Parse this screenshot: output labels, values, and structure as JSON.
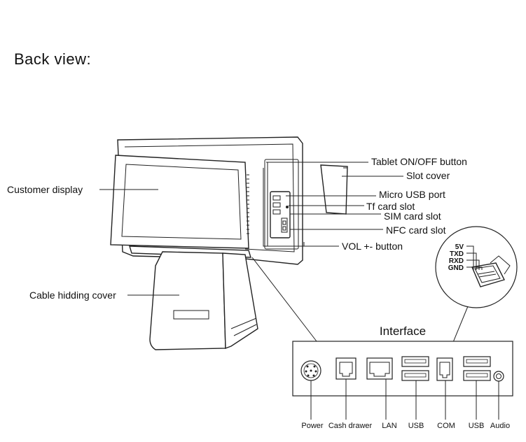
{
  "title": "Back view:",
  "callouts": {
    "customer_display": "Customer display",
    "cable_cover": "Cable hidding cover",
    "tablet_button": "Tablet ON/OFF button",
    "slot_cover": "Slot cover",
    "micro_usb": "Micro USB port",
    "tf_card": "Tf card slot",
    "sim_card": "SIM card slot",
    "nfc_card": "NFC card slot",
    "vol_button": "VOL +- button"
  },
  "interface": {
    "title": "Interface",
    "ports": [
      "Power",
      "Cash drawer",
      "LAN",
      "USB",
      "COM",
      "USB",
      "Audio"
    ]
  },
  "com_pins": [
    "5V",
    "TXD",
    "RXD",
    "GND"
  ]
}
